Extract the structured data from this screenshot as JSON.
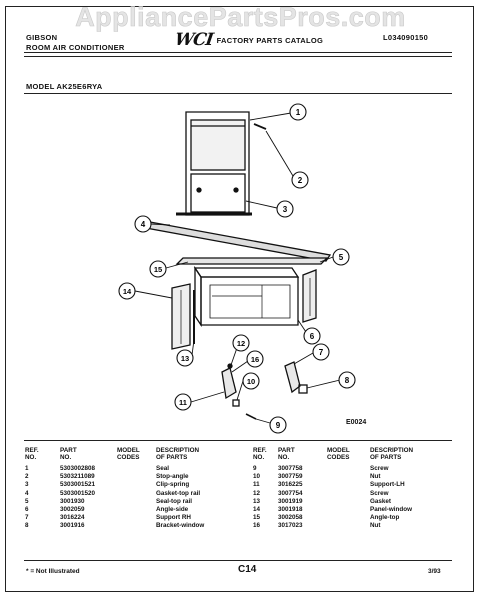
{
  "watermark": "AppliancePartsPros.com",
  "header": {
    "brand": "GIBSON",
    "product": "ROOM AIR CONDITIONER",
    "logo_text": "WCI",
    "catalog": "FACTORY PARTS CATALOG",
    "catalog_code": "L034090150"
  },
  "model_line": "MODEL AK25E6RYA",
  "figure_code": "E0024",
  "callouts": [
    "1",
    "2",
    "3",
    "4",
    "5",
    "15",
    "14",
    "6",
    "13",
    "12",
    "16",
    "7",
    "11",
    "10",
    "8",
    "9"
  ],
  "parts_table": {
    "headers": {
      "ref": [
        "REF.",
        "NO."
      ],
      "part": [
        "PART",
        "NO."
      ],
      "model": [
        "MODEL",
        "CODES"
      ],
      "desc": [
        "DESCRIPTION",
        "OF PARTS"
      ]
    },
    "left": [
      {
        "ref": "1",
        "part": "5303002808",
        "model": "",
        "desc": "Seal"
      },
      {
        "ref": "2",
        "part": "5303211089",
        "model": "",
        "desc": "Stop-angle"
      },
      {
        "ref": "3",
        "part": "5303001521",
        "model": "",
        "desc": "Clip-spring"
      },
      {
        "ref": "4",
        "part": "5303001520",
        "model": "",
        "desc": "Gasket-top rail"
      },
      {
        "ref": "5",
        "part": "3001930",
        "model": "",
        "desc": "Seal-top rail"
      },
      {
        "ref": "6",
        "part": "3002059",
        "model": "",
        "desc": "Angle-side"
      },
      {
        "ref": "7",
        "part": "3016224",
        "model": "",
        "desc": "Support RH"
      },
      {
        "ref": "8",
        "part": "3001916",
        "model": "",
        "desc": "Bracket-window"
      }
    ],
    "right": [
      {
        "ref": "9",
        "part": "3007758",
        "model": "",
        "desc": "Screw"
      },
      {
        "ref": "10",
        "part": "3007759",
        "model": "",
        "desc": "Nut"
      },
      {
        "ref": "11",
        "part": "3016225",
        "model": "",
        "desc": "Support-LH"
      },
      {
        "ref": "12",
        "part": "3007754",
        "model": "",
        "desc": "Screw"
      },
      {
        "ref": "13",
        "part": "3001919",
        "model": "",
        "desc": "Gasket"
      },
      {
        "ref": "14",
        "part": "3001918",
        "model": "",
        "desc": "Panel-window"
      },
      {
        "ref": "15",
        "part": "3002058",
        "model": "",
        "desc": "Angle-top"
      },
      {
        "ref": "16",
        "part": "3017023",
        "model": "",
        "desc": "Nut"
      }
    ]
  },
  "footer": {
    "note": "* = Not Illustrated",
    "page": "C14",
    "date": "3/93"
  }
}
